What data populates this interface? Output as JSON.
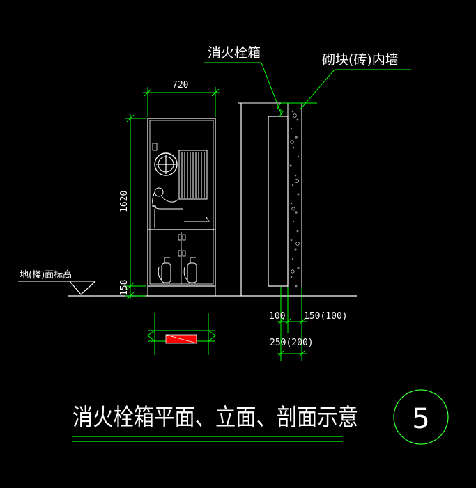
{
  "labels": {
    "cabinet_name": "消火栓箱",
    "wall_name": "砌块(砖)内墙",
    "floor_level": "地(楼)面标高",
    "title": "消火栓箱平面、立面、剖面示意",
    "drawing_number": "5"
  },
  "dimensions": {
    "width": "720",
    "height": "1620",
    "base_height": "158",
    "cabinet_depth": "100",
    "wall_thickness": "150(100)",
    "total_thickness": "250(200)"
  },
  "colors": {
    "background": "#000000",
    "line_white": "#ffffff",
    "line_green": "#00ff00",
    "accent_red": "#ff0000",
    "circle_green": "#33ff33"
  }
}
